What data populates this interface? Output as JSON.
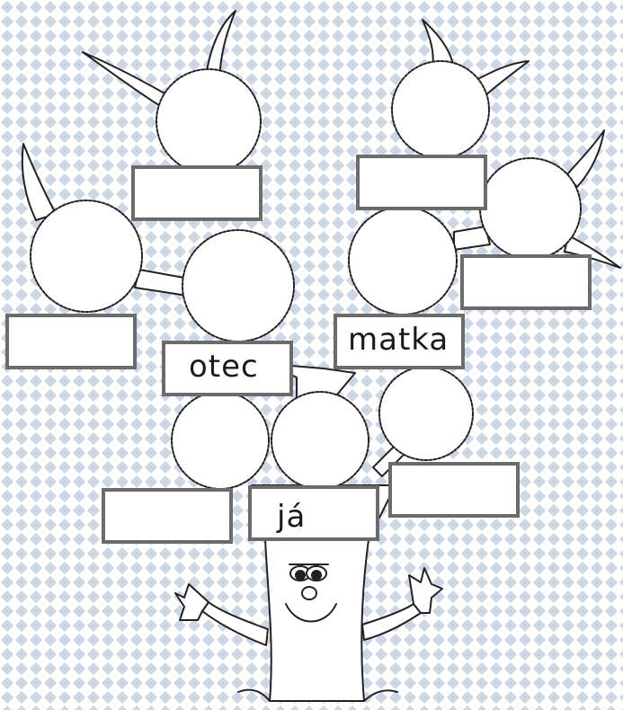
{
  "colors": {
    "background": "#ffffff",
    "pattern": "#cdd6e6",
    "outline": "#222222",
    "box_border": "#6b6b6b"
  },
  "tree": {
    "boxes": [
      {
        "id": "top-left",
        "label": ""
      },
      {
        "id": "top-right",
        "label": ""
      },
      {
        "id": "left-outer",
        "label": ""
      },
      {
        "id": "right-outer",
        "label": ""
      },
      {
        "id": "father",
        "label": "otec"
      },
      {
        "id": "mother",
        "label": "matka"
      },
      {
        "id": "sibling-left",
        "label": ""
      },
      {
        "id": "me",
        "label": "já"
      },
      {
        "id": "sibling-right",
        "label": ""
      }
    ]
  }
}
